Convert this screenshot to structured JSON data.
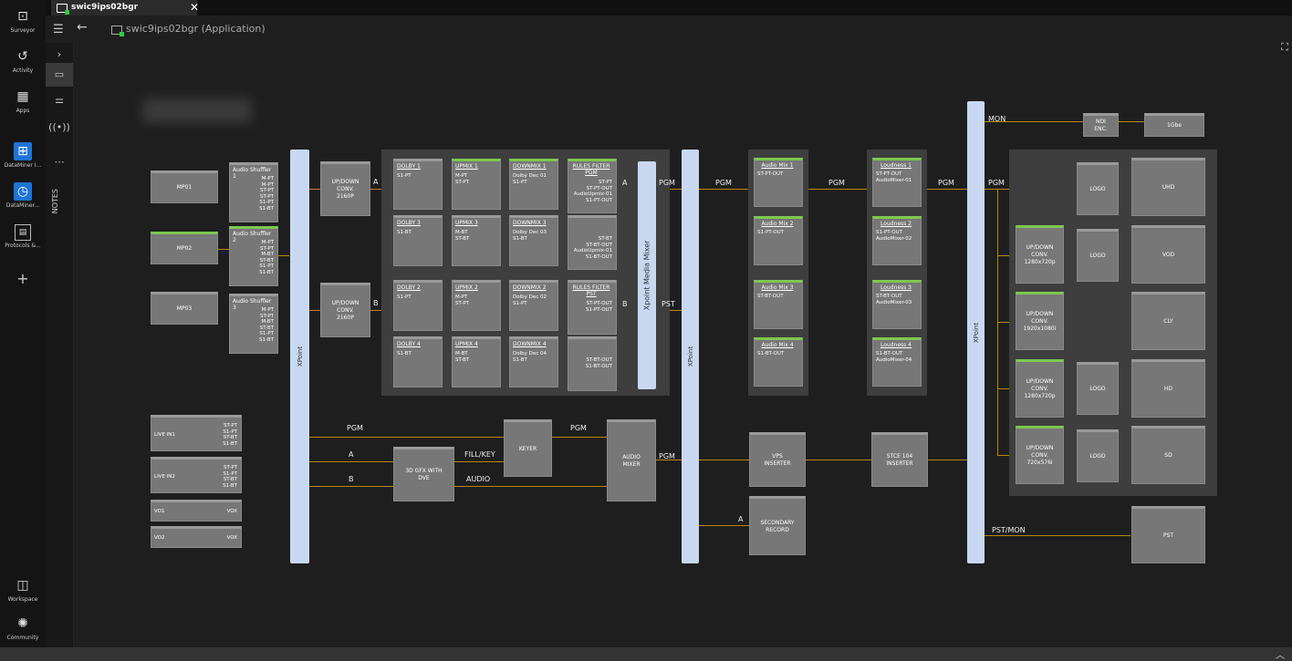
{
  "leftbar": {
    "items": [
      {
        "label": "Surveyor",
        "icon": "surveyor-icon"
      },
      {
        "label": "Activity",
        "icon": "history-icon"
      },
      {
        "label": "Apps",
        "icon": "apps-grid-icon"
      },
      {
        "label": "DataMiner I...",
        "icon": "dataminer-app-icon"
      },
      {
        "label": "DataMiner...",
        "icon": "clock-icon"
      },
      {
        "label": "Protocols &...",
        "icon": "protocols-icon"
      },
      {
        "label": "Workspace",
        "icon": "workspace-icon"
      },
      {
        "label": "Community",
        "icon": "community-icon"
      }
    ]
  },
  "tab": {
    "label": "swic9ips02bgr (Application)"
  },
  "toolbar": {
    "title": "swic9ips02bgr (Application)"
  },
  "side": {
    "notes": "NOTES"
  },
  "diagram": {
    "sources": {
      "mp": [
        "MP01",
        "MP02",
        "MP03"
      ],
      "shufflers": [
        {
          "title": "Audio Shuffler 1",
          "ports": "M-PT\nM-PT\nST-PT\nST-PT\nS1-PT\nS1-BT"
        },
        {
          "title": "Audio Shuffler 2",
          "ports": "M-PT\nST-PT\nM-BT\nST-BT\nS1-PT\nS1-BT"
        },
        {
          "title": "Audio Shuffler 3",
          "ports": "M-PT\nST-PT\nM-BT\nST-BT\nS1-PT\nS1-BT"
        }
      ],
      "live": [
        {
          "label": "LIVE IN1",
          "ports": "ST-PT\nS1-PT\nST-BT\nS1-BT"
        },
        {
          "label": "LIVE IN2",
          "ports": "ST-PT\nS1-PT\nST-BT\nS1-BT"
        }
      ],
      "vo": [
        {
          "label": "VO1",
          "right": "VOX"
        },
        {
          "label": "VO2",
          "right": "VOX"
        }
      ]
    },
    "updown": [
      "UP/DOWN\nCONV.\n2160P",
      "UP/DOWN\nCONV.\n2160P"
    ],
    "mixer": {
      "rows": [
        [
          {
            "title": "DOLBY 1",
            "ports": "S1-PT"
          },
          {
            "title": "UPMIX 1",
            "ports": "M-PT\nST-PT"
          },
          {
            "title": "DOWNMIX 1",
            "ports": "Dolby Dec 01\nS1-PT"
          },
          {
            "title": "RULES FILTER\nPGM",
            "ports": "ST-PT\nST-PT-OUT\nAudioUpmix-01\nS1-PT-OUT"
          }
        ],
        [
          {
            "title": "DOLBY 3",
            "ports": "S1-BT"
          },
          {
            "title": "UPMIX 3",
            "ports": "M-BT\nST-BT"
          },
          {
            "title": "DOWNMIX 3",
            "ports": "Dolby Dec 03\nS1-BT"
          },
          {
            "title": "",
            "ports": "ST-BT\nST-BT-OUT\nAudioUpmix-01\nS1-BT-OUT"
          }
        ],
        [
          {
            "title": "DOLBY 2",
            "ports": "S1-PT"
          },
          {
            "title": "UPMIX 2",
            "ports": "M-PT\nST-PT"
          },
          {
            "title": "DOWNMIX 2",
            "ports": "Dolby Dec 02\nS1-PT"
          },
          {
            "title": "RULES FILTER\nPST",
            "ports": "ST-PT-OUT\nS1-PT-OUT"
          }
        ],
        [
          {
            "title": "DOLBY 4",
            "ports": "S1-BT"
          },
          {
            "title": "UPMIX 4",
            "ports": "M-BT\nST-BT"
          },
          {
            "title": "DOWNMIX 4",
            "ports": "Dolby Dec 04\nS1-BT"
          },
          {
            "title": "",
            "ports": "ST-BT-OUT\nS1-BT-OUT"
          }
        ]
      ],
      "xpoint_label": "Xpoint Media Mixer"
    },
    "xpoint_labels": [
      "XPoint",
      "XPoint",
      "XPoint"
    ],
    "audio_mix": [
      {
        "title": "Audio Mix 1",
        "port": "ST-PT-OUT"
      },
      {
        "title": "Audio Mix 2",
        "port": "S1-PT-OUT"
      },
      {
        "title": "Audio Mix 3",
        "port": "ST-BT-OUT"
      },
      {
        "title": "Audio Mix 4",
        "port": "S1-BT-OUT"
      }
    ],
    "loudness": [
      {
        "title": "Loudness 1",
        "ports": "ST-PT-OUT\nAudioMixer-01"
      },
      {
        "title": "Loudness 2",
        "ports": "S1-PT-OUT\nAudioMixer-02"
      },
      {
        "title": "Loudness 3",
        "ports": "ST-BT-OUT\nAudioMixer-03"
      },
      {
        "title": "Loudness 4",
        "ports": "S1-BT-OUT\nAudioMixer-04"
      }
    ],
    "graphics": {
      "gfx": "3D GFX WITH\nDVE",
      "keyer": "KEYER",
      "audio_mixer": "AUDIO\nMIXER",
      "vps": "VPS\nINSERTER",
      "stce": "STCE 104\nINSERTER",
      "secondary": "SECONDARY\nRECORD"
    },
    "outputs": {
      "ndi": "NDI\nENC.",
      "gbe": "1Gbe",
      "logo": "LOGO",
      "conv": [
        "UP/DOWN\nCONV.\n1280x720p",
        "UP/DOWN\nCONV.\n1920x1080i",
        "UP/DOWN\nCONV.\n1280x720p",
        "UP/DOWN\nCONV.\n720x576i"
      ],
      "dest": [
        "UHD",
        "VOD",
        "CLY",
        "HD",
        "SD",
        "PST"
      ]
    },
    "labels": {
      "a": "A",
      "b": "B",
      "pgm": "PGM",
      "pst": "PST",
      "mon": "MON",
      "fillkey": "FILL/KEY",
      "audio": "AUDIO",
      "pstmon": "PST/MON"
    }
  }
}
